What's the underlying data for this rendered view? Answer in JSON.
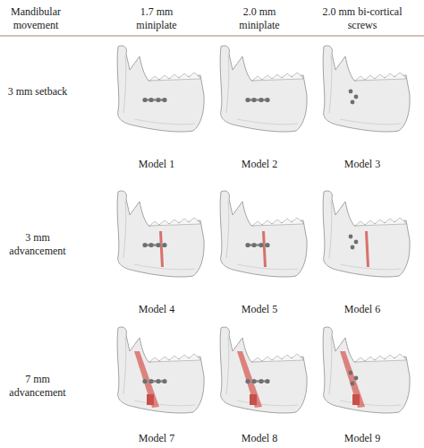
{
  "diagram": {
    "labels": [
      "Mandibular movement",
      "1.7 mm miniplate",
      "2.0 mm miniplate",
      "2.0 mm bi-cortical screws",
      "3 mm setback",
      "Model 1",
      "Model 2",
      "Model 3",
      "3 mm advancement",
      "Model 4",
      "Model 5",
      "Model 6",
      "7 mm advancement",
      "Model 7",
      "Model 8",
      "Model 9"
    ]
  }
}
